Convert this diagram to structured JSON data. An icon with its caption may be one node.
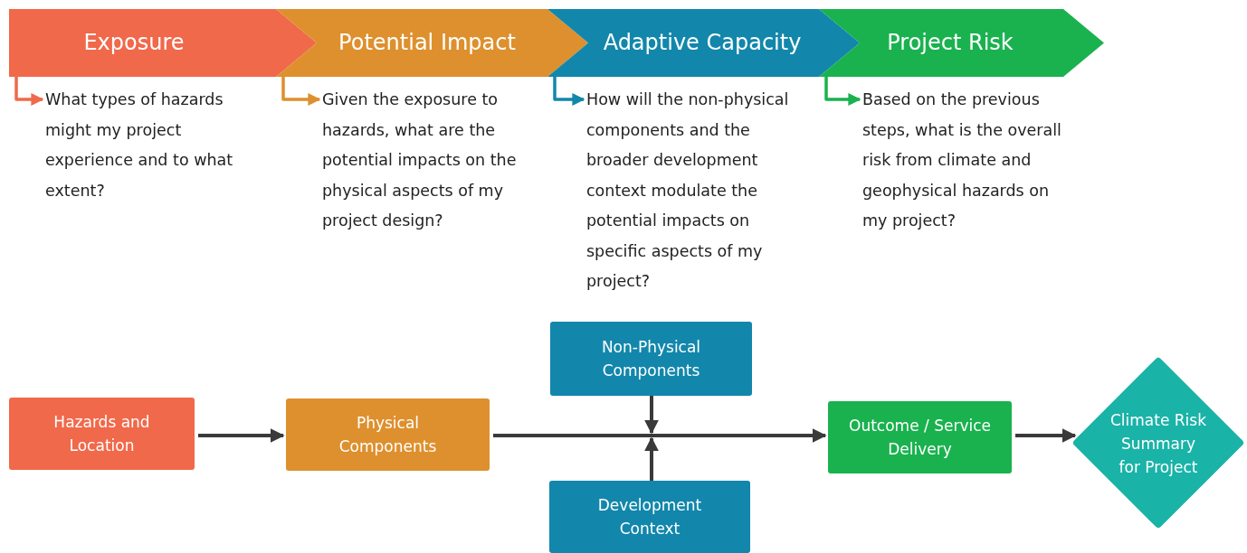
{
  "diagram": {
    "nodes": [
      {
        "text": [
          "Exposure"
        ]
      },
      {
        "text": [
          "Potential Impact"
        ]
      },
      {
        "text": [
          "Adaptive Capacity"
        ]
      },
      {
        "text": [
          "Project Risk"
        ]
      },
      {
        "text": [
          "What types of hazards might my project experience and to what extent?"
        ]
      },
      {
        "text": [
          "Given the exposure to hazards, what are the potential impacts on the physical aspects of my project design?"
        ]
      },
      {
        "text": [
          "How will the non-physical components and the broader development context modulate the potential impacts on specific aspects of my project?"
        ]
      },
      {
        "text": [
          "Based on the previous steps, what is the overall risk from climate and geophysical hazards on my project?"
        ]
      },
      {
        "text": [
          "Hazards and Location"
        ]
      },
      {
        "text": [
          "Physical Components"
        ]
      },
      {
        "text": [
          "Non-Physical Components"
        ]
      },
      {
        "text": [
          "Development Context"
        ]
      },
      {
        "text": [
          "Outcome / Service Delivery"
        ]
      },
      {
        "text": [
          "Climate Risk Summary for Project"
        ]
      }
    ],
    "edges": [
      {
        "from": 0,
        "to": 4,
        "arrow": "to",
        "color": "#f0694a"
      },
      {
        "from": 1,
        "to": 5,
        "arrow": "to",
        "color": "#de902e"
      },
      {
        "from": 2,
        "to": 6,
        "arrow": "to",
        "color": "#1287ab"
      },
      {
        "from": 3,
        "to": 7,
        "arrow": "to",
        "color": "#1ab24f"
      },
      {
        "from": 8,
        "to": 9,
        "arrow": "to"
      },
      {
        "from": 9,
        "to": 12,
        "arrow": "to"
      },
      {
        "from": 10,
        "to": 12,
        "arrow": "to"
      },
      {
        "from": 11,
        "to": 12,
        "arrow": "to"
      },
      {
        "from": 12,
        "to": 13,
        "arrow": "to"
      }
    ]
  }
}
